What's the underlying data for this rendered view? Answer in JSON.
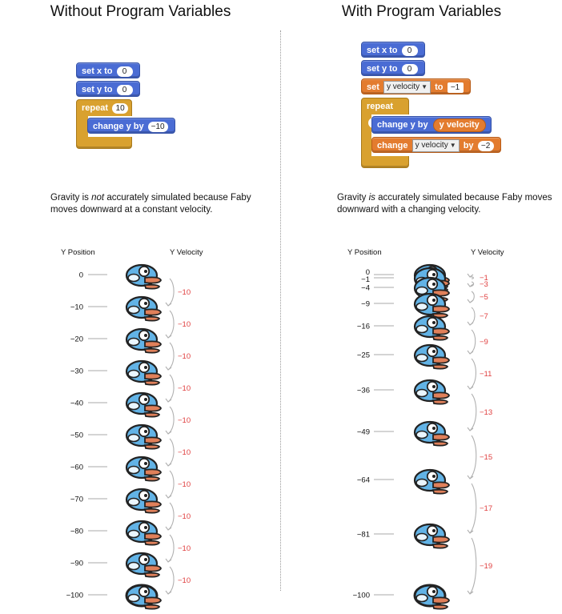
{
  "left": {
    "title": "Without Program Variables",
    "script": {
      "set_x": {
        "label": "set x to",
        "value": "0"
      },
      "set_y": {
        "label": "set y to",
        "value": "0"
      },
      "repeat": {
        "label": "repeat",
        "value": "10"
      },
      "change_y": {
        "label": "change y by",
        "value": "−10"
      }
    },
    "caption": {
      "pre": "Gravity is ",
      "emph": "not",
      "post": " accurately simulated because Faby moves downward at a constant velocity."
    },
    "y_position_header": "Y Position",
    "y_velocity_header": "Y Velocity",
    "positions": [
      0,
      -10,
      -20,
      -30,
      -40,
      -50,
      -60,
      -70,
      -80,
      -90,
      -100
    ],
    "velocities": [
      -10,
      -10,
      -10,
      -10,
      -10,
      -10,
      -10,
      -10,
      -10,
      -10
    ]
  },
  "right": {
    "title": "With Program Variables",
    "script": {
      "set_x": {
        "label": "set x to",
        "value": "0"
      },
      "set_y": {
        "label": "set y to",
        "value": "0"
      },
      "set_var": {
        "label": "set",
        "var": "y velocity",
        "to": "to",
        "value": "−1"
      },
      "repeat": {
        "label": "repeat",
        "value": "10"
      },
      "change_y": {
        "label": "change y by",
        "var": "y velocity"
      },
      "change_var": {
        "label": "change",
        "var": "y velocity",
        "by": "by",
        "value": "−2"
      }
    },
    "caption": {
      "pre": "Gravity ",
      "emph": "is",
      "post": " accurately simulated because Faby moves downward with a changing velocity."
    },
    "y_position_header": "Y Position",
    "y_velocity_header": "Y Velocity",
    "positions": [
      0,
      -1,
      -4,
      -9,
      -16,
      -25,
      -36,
      -49,
      -64,
      -81,
      -100
    ],
    "velocities": [
      -1,
      -3,
      -5,
      -7,
      -9,
      -11,
      -13,
      -15,
      -17,
      -19
    ]
  },
  "colors": {
    "motion_block": "#4a6cd4",
    "variable_block": "#e37c2f",
    "control_block": "#d9a12f",
    "velocity_text": "#e04040",
    "bird_body": "#62b3e6",
    "bird_beak": "#e0805a"
  },
  "icons": {
    "bird": "faby-bird-icon",
    "arrow": "curved-arrow-icon"
  }
}
